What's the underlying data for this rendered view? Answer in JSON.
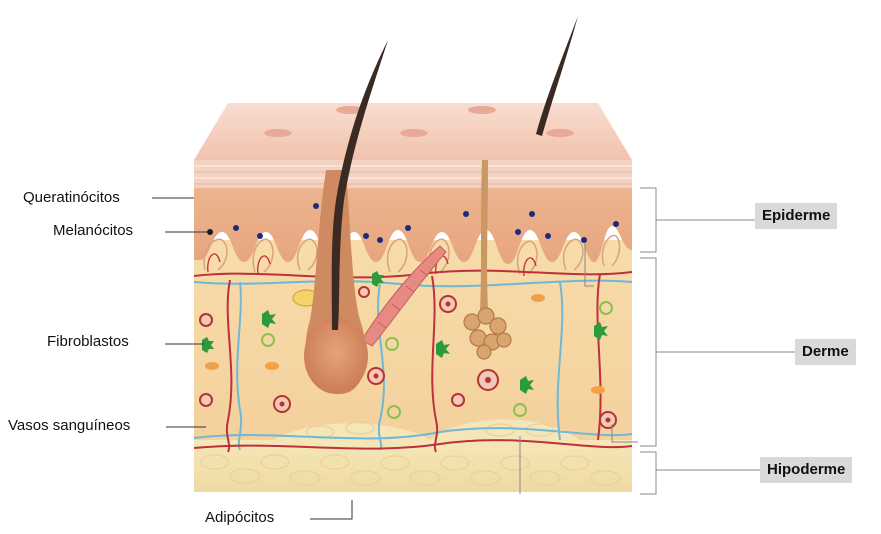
{
  "left_labels": {
    "queratinocitos": "Queratinócitos",
    "melanocitos": "Melanócitos",
    "fibroblastos": "Fibroblastos",
    "vasos": "Vasos sanguíneos",
    "adipocitos": "Adipócitos"
  },
  "layers": {
    "epiderme": "Epiderme",
    "derme": "Derme",
    "hipoderme": "Hipoderme"
  },
  "colors": {
    "top_surface": "#f3c9b4",
    "epidermis": "#e9ad86",
    "dermis": "#f6d8a6",
    "hypodermis": "#f2e2b0",
    "hair": "#3a2a22",
    "artery": "#c0303a",
    "vein": "#6fb8d8",
    "fibroblast": "#2e9a3e"
  }
}
